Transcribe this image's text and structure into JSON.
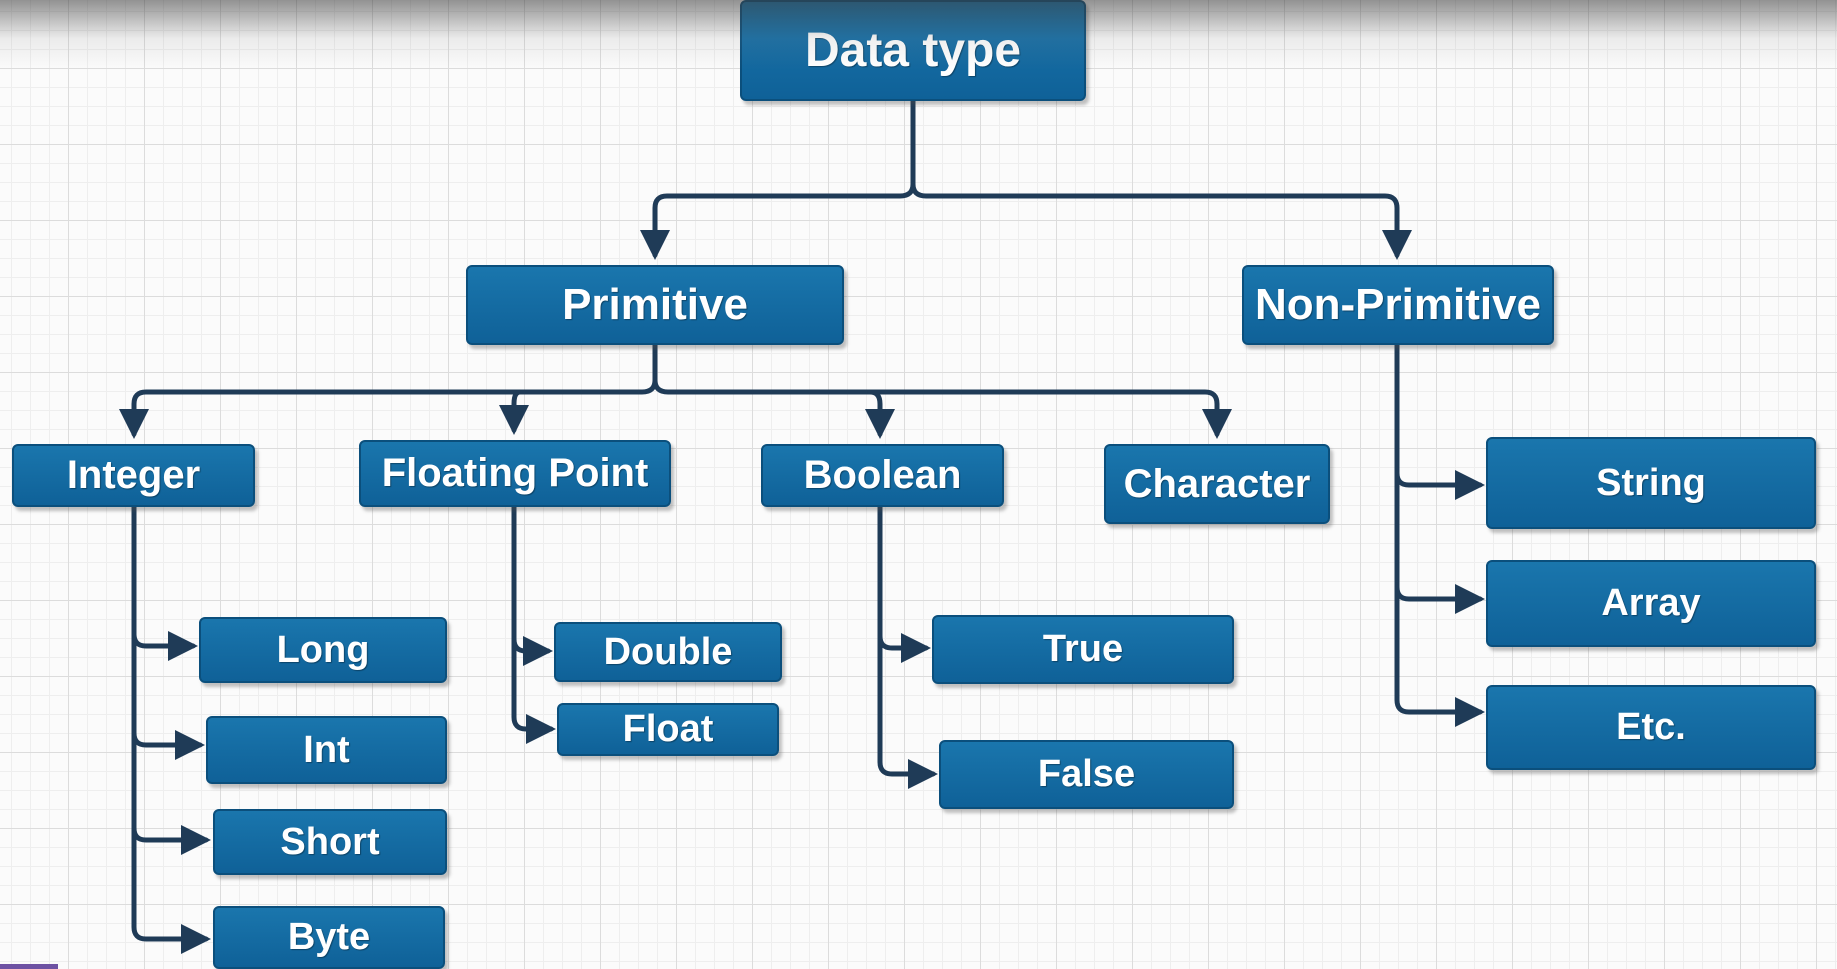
{
  "diagram": {
    "root": "Data type",
    "primitive": {
      "label": "Primitive",
      "integer": {
        "label": "Integer",
        "children": [
          "Long",
          "Int",
          "Short",
          "Byte"
        ]
      },
      "floating_point": {
        "label": "Floating Point",
        "children": [
          "Double",
          "Float"
        ]
      },
      "boolean": {
        "label": "Boolean",
        "children": [
          "True",
          "False"
        ]
      },
      "character": {
        "label": "Character"
      }
    },
    "non_primitive": {
      "label": "Non-Primitive",
      "children": [
        "String",
        "Array",
        "Etc."
      ]
    },
    "colors": {
      "node_fill": "#126aa1",
      "node_border": "#0b4f7c",
      "connector": "#1f3b57",
      "grid": "#dcdcdc"
    }
  }
}
